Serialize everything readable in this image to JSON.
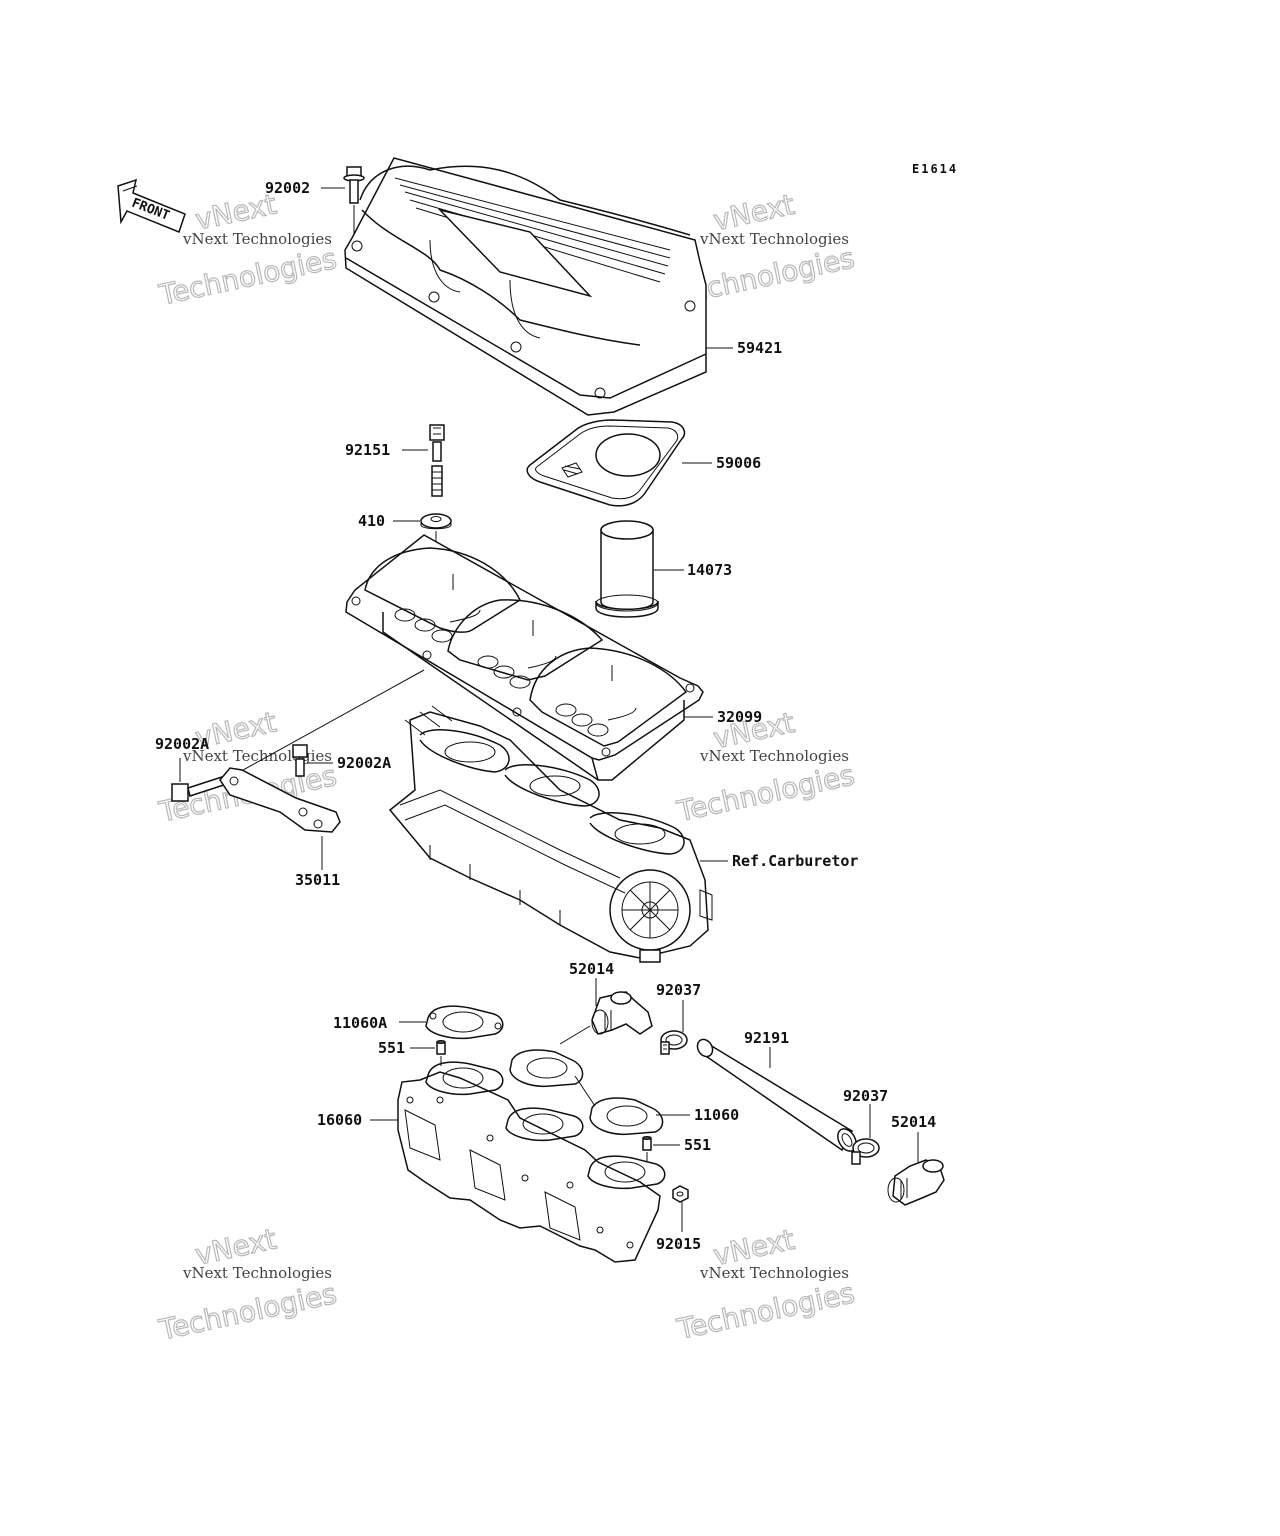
{
  "diagram_code": "E1614",
  "front_label": "FRONT",
  "watermark": {
    "line1": "vNext",
    "line2": "vNext Technologies",
    "line3": "Technologies"
  },
  "callouts": {
    "p92002_top": "92002",
    "p59421": "59421",
    "p92151": "92151",
    "p59006": "59006",
    "p410": "410",
    "p14073": "14073",
    "p32099": "32099",
    "p92002a_left": "92002A",
    "p92002a_right": "92002A",
    "p35011": "35011",
    "ref_carburetor": "Ref.Carburetor",
    "p52014_top": "52014",
    "p92037_top": "92037",
    "p11060a": "11060A",
    "p551_top": "551",
    "p92191": "92191",
    "p92037_right": "92037",
    "p52014_right": "52014",
    "p16060": "16060",
    "p11060": "11060",
    "p551_right": "551",
    "p92015": "92015"
  }
}
